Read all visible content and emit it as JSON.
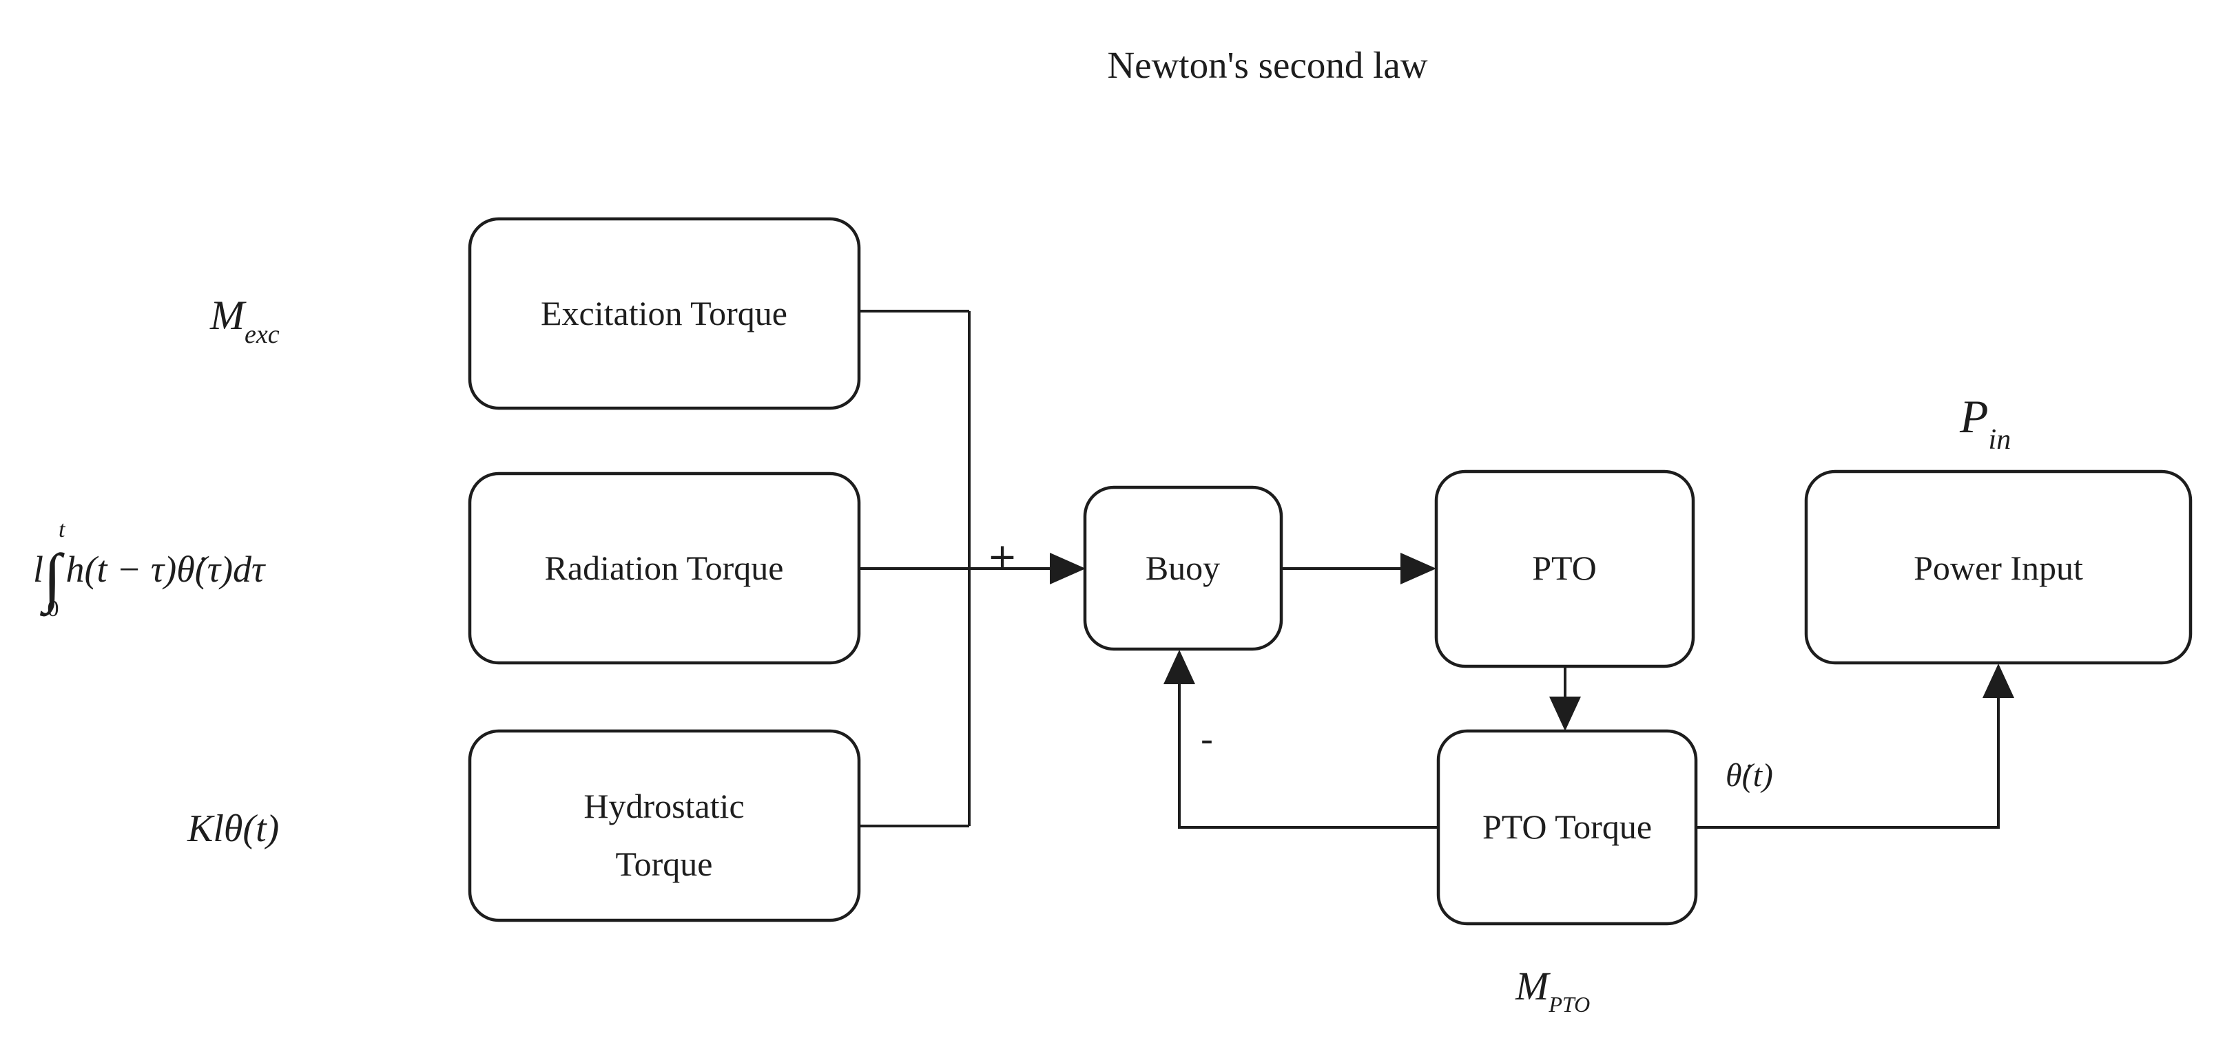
{
  "title": "Newton's second law",
  "colors": {
    "ink": "#1d1d1d",
    "background": "#ffffff"
  },
  "nodes": {
    "excitation": {
      "label": "Excitation Torque"
    },
    "radiation": {
      "label": "Radiation Torque"
    },
    "hydrostatic": {
      "label_line1": "Hydrostatic",
      "label_line2": "Torque"
    },
    "buoy": {
      "label": "Buoy"
    },
    "pto": {
      "label": "PTO"
    },
    "pto_torque": {
      "label": "PTO Torque"
    },
    "power_input": {
      "label": "Power Input"
    }
  },
  "labels": {
    "m_exc": {
      "base": "M",
      "sub": "exc"
    },
    "radiation_formula": {
      "coef": "l",
      "integral": "∫",
      "upper": "t",
      "lower": "0",
      "body": "h(t − τ)θ̇(τ)dτ"
    },
    "hydrostatic_formula": {
      "text": "Klθ(t)"
    },
    "p_in": {
      "base": "P",
      "sub": "in"
    },
    "m_pto": {
      "base": "M",
      "sub": "PTO"
    },
    "theta_dot": {
      "text": "θ̇(t)"
    },
    "plus_sign": "+",
    "minus_sign": "-"
  }
}
